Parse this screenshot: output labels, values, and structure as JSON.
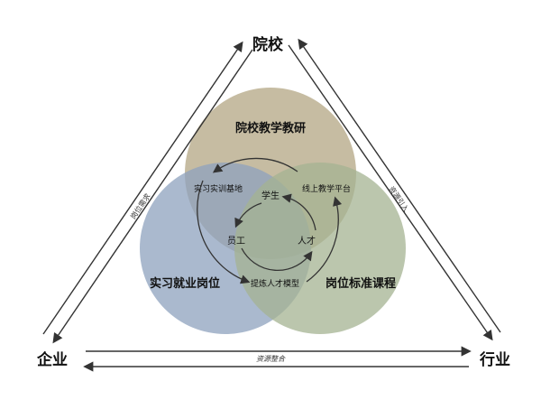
{
  "nodes": {
    "school": "院校",
    "enterprise": "企业",
    "industry": "行业"
  },
  "edges": {
    "left": "岗位需求",
    "right": "资源引入",
    "bottom": "资源整合"
  },
  "circles": {
    "top": "院校教学教研",
    "left": "实习就业岗位",
    "right": "岗位标准课程"
  },
  "inner": {
    "base": "实习实训基地",
    "platform": "线上教学平台",
    "student": "学生",
    "employee": "员工",
    "talent": "人才",
    "model": "提炼人才模型"
  },
  "colors": {
    "top": "#b3a583",
    "left": "#8ea2bd",
    "right": "#a4b392"
  }
}
